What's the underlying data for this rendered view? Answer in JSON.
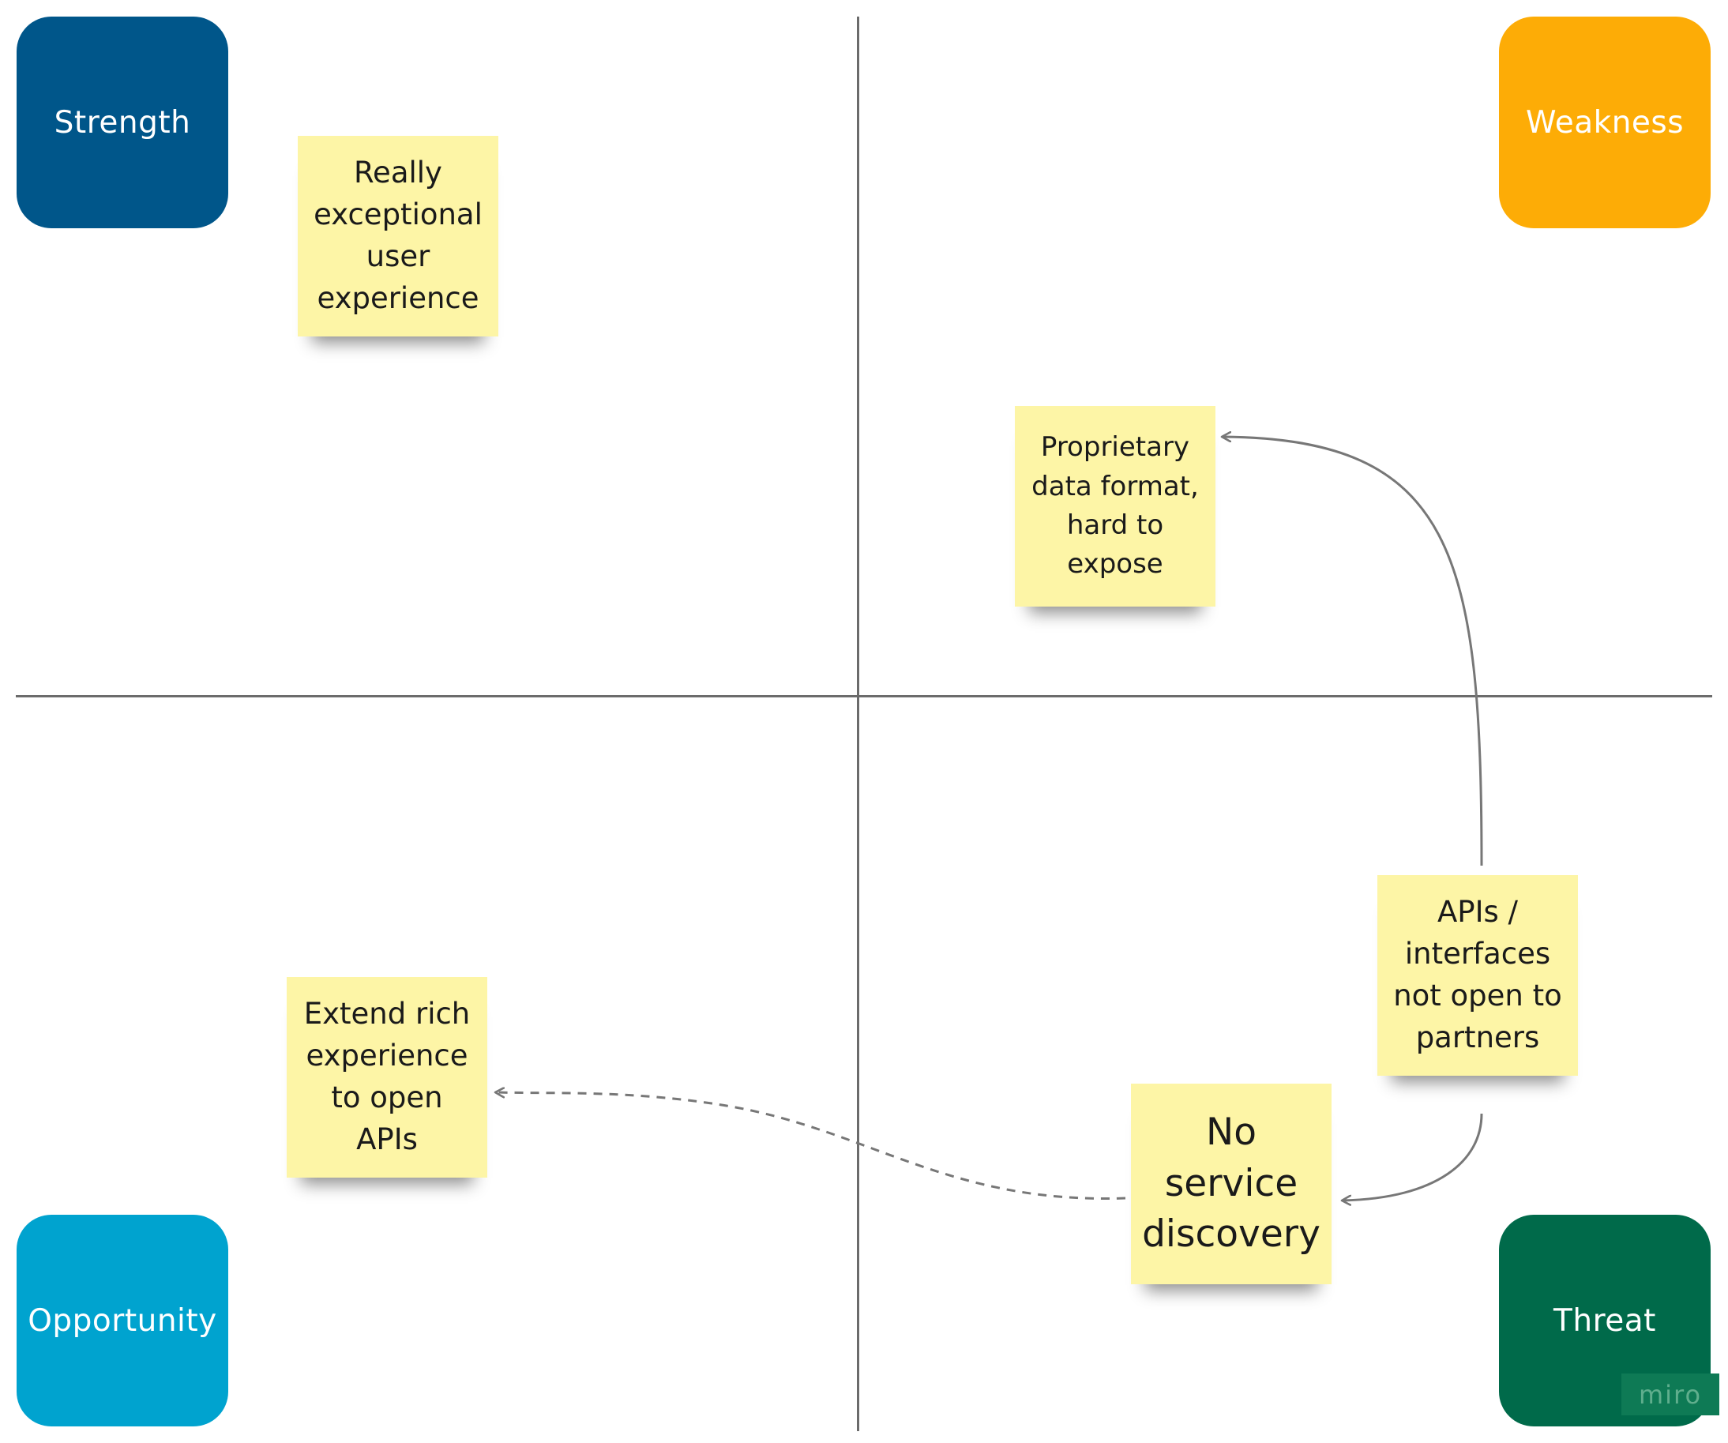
{
  "quadrants": {
    "strength": {
      "label": "Strength",
      "color": "#00568a"
    },
    "weakness": {
      "label": "Weakness",
      "color": "#fdac06"
    },
    "opportunity": {
      "label": "Opportunity",
      "color": "#00a3cf"
    },
    "threat": {
      "label": "Threat",
      "color": "#006a4a"
    }
  },
  "notes": {
    "exceptional_ux": {
      "lines": [
        "Really",
        "exceptional",
        "user",
        "experience"
      ]
    },
    "proprietary_format": {
      "lines": [
        "Proprietary",
        "data format,",
        "hard to",
        "expose"
      ]
    },
    "apis_not_open": {
      "lines": [
        "APIs /",
        "interfaces",
        "not open to",
        "partners"
      ]
    },
    "extend_experience": {
      "lines": [
        "Extend rich",
        "experience",
        "to open",
        "APIs"
      ]
    },
    "no_discovery": {
      "lines": [
        "No",
        "service",
        "discovery"
      ]
    }
  },
  "connectors": [
    {
      "name": "apis-to-proprietary-connector",
      "from": "APIs / interfaces not open to partners",
      "to": "Proprietary data format, hard to expose",
      "style": "solid"
    },
    {
      "name": "apis-to-no-discovery-connector",
      "from": "APIs / interfaces not open to partners",
      "to": "No service discovery",
      "style": "solid"
    },
    {
      "name": "no-discovery-to-extend-connector",
      "from": "No service discovery",
      "to": "Extend rich experience to open APIs",
      "style": "dashed"
    }
  ],
  "colors": {
    "sticky_note": "#fdf5a6",
    "axis": "#6b6b6b",
    "connector": "#777777"
  },
  "watermark": {
    "text": "miro"
  }
}
